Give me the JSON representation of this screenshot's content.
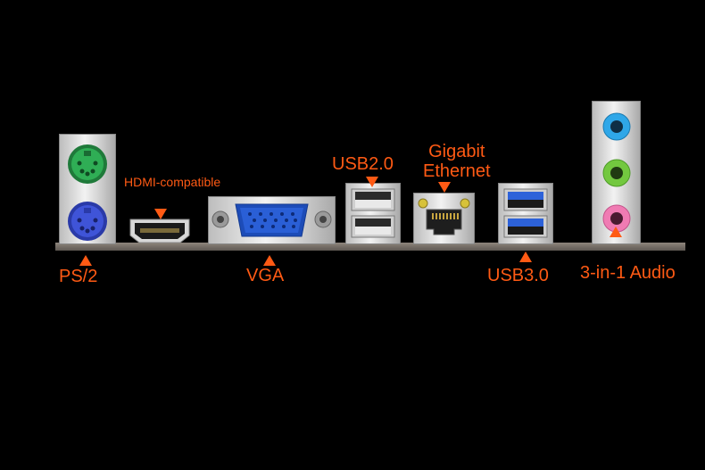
{
  "labels": {
    "ps2": "PS/2",
    "hdmi": "HDMI-compatible",
    "vga": "VGA",
    "usb2": "USB2.0",
    "ethernet_line1": "Gigabit",
    "ethernet_line2": "Ethernet",
    "usb3": "USB3.0",
    "audio": "3-in-1 Audio"
  },
  "colors": {
    "background": "#000000",
    "label": "#ff5a14",
    "ps2_mouse": "#2fae55",
    "ps2_keyboard": "#3f54d8",
    "vga_body": "#2a5fd6",
    "usb3_tongue": "#2d62d9",
    "audio_line_in": "#2fa7e8",
    "audio_line_out": "#73c83f",
    "audio_mic": "#f07bb3"
  },
  "icons": {
    "ps2": "ps2-port-icon",
    "hdmi": "hdmi-port-icon",
    "vga": "vga-port-icon",
    "usb2": "usb2-port-icon",
    "ethernet": "ethernet-port-icon",
    "usb3": "usb3-port-icon",
    "audio": "audio-jack-icon"
  }
}
